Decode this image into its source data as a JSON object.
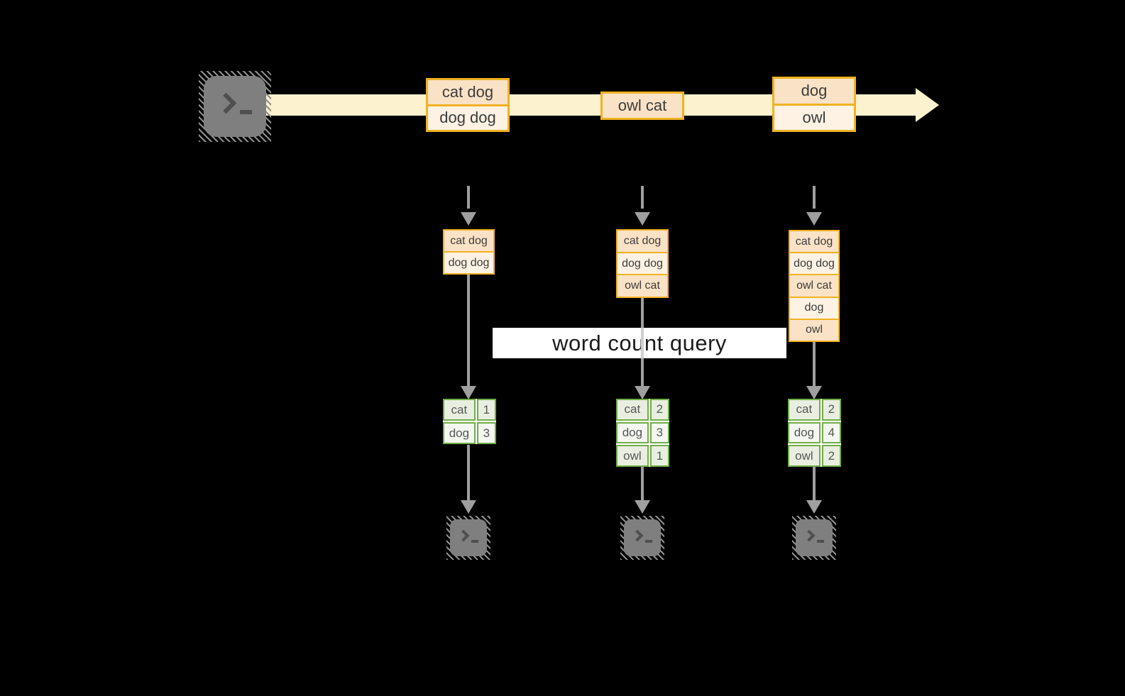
{
  "banner": {
    "label": "word count query"
  },
  "stream": {
    "batches": [
      {
        "rows": [
          "cat dog",
          "dog dog"
        ]
      },
      {
        "rows": [
          "owl cat"
        ]
      },
      {
        "rows": [
          "dog",
          "owl"
        ]
      }
    ]
  },
  "columns": [
    {
      "state_rows": [
        "cat dog",
        "dog dog"
      ],
      "counts": [
        {
          "word": "cat",
          "count": "1"
        },
        {
          "word": "dog",
          "count": "3"
        }
      ]
    },
    {
      "state_rows": [
        "cat dog",
        "dog dog",
        "owl cat"
      ],
      "counts": [
        {
          "word": "cat",
          "count": "2"
        },
        {
          "word": "dog",
          "count": "3"
        },
        {
          "word": "owl",
          "count": "1"
        }
      ]
    },
    {
      "state_rows": [
        "cat dog",
        "dog dog",
        "owl cat",
        "dog",
        "owl"
      ],
      "counts": [
        {
          "word": "cat",
          "count": "2"
        },
        {
          "word": "dog",
          "count": "4"
        },
        {
          "word": "owl",
          "count": "2"
        }
      ]
    }
  ],
  "colors": {
    "gold_border": "#F0B222",
    "peach_dark": "#FAE2C6",
    "peach_light": "#FDF2E3",
    "stream_band": "#FCF2D0",
    "green_border": "#70AD47",
    "green_row_dark": "#E9EFE0",
    "green_row_light": "#F4F7F0",
    "arrow_gray": "#9F9F9F",
    "terminal_gray": "#7F7F7F",
    "banner_bg": "#FFFFFF",
    "banner_text": "#1B1B1B"
  }
}
